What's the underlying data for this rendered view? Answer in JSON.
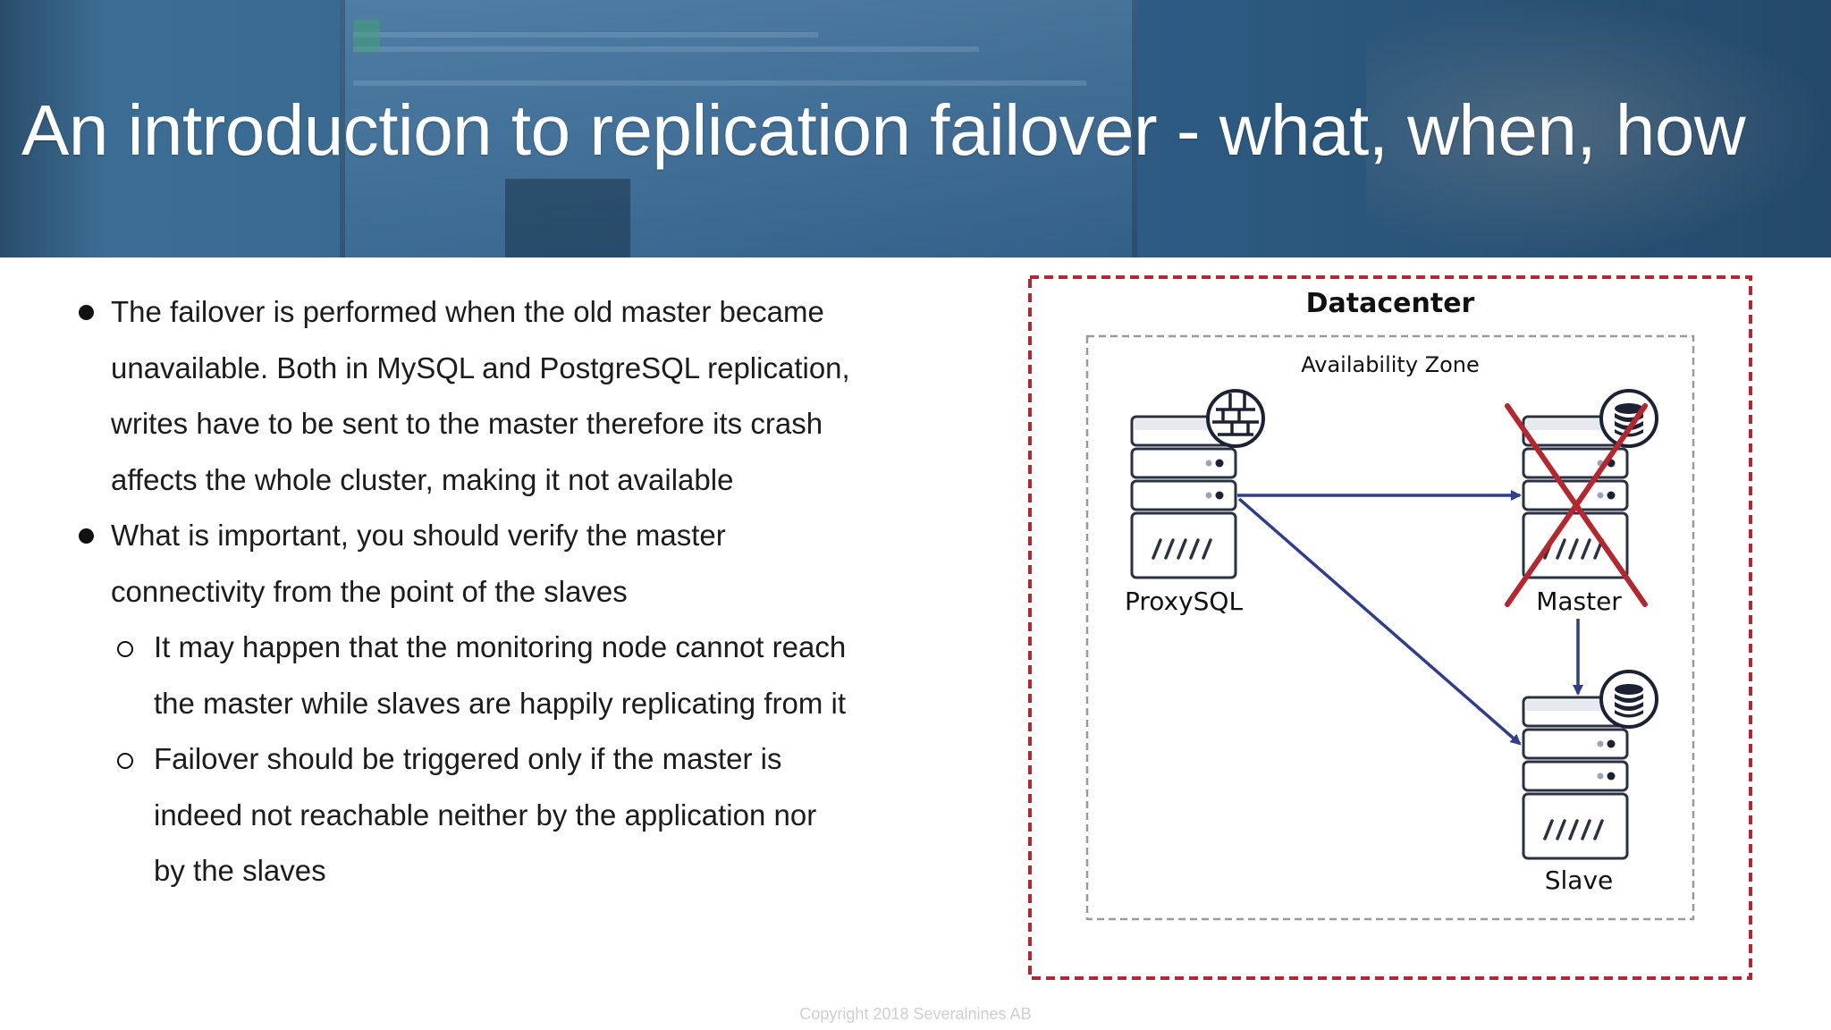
{
  "slide": {
    "title": "An introduction to replication failover - what, when, how",
    "copyright": "Copyright 2018 Severalnines AB"
  },
  "bullets": {
    "b1": [
      "The failover is performed when the old master became",
      "unavailable. Both in MySQL and PostgreSQL replication,",
      "writes have to be sent to the master therefore its crash",
      "affects the whole cluster, making it not available"
    ],
    "b2": [
      "What is important, you should verify the master",
      "connectivity from the point of the slaves"
    ],
    "sub1": [
      "It may happen that the monitoring node cannot reach",
      "the master while slaves are happily replicating from it"
    ],
    "sub2": [
      "Failover should be triggered only if the master is",
      "indeed not reachable neither by the application nor",
      "by the slaves"
    ]
  },
  "diagram": {
    "outer_label": "Datacenter",
    "inner_label": "Availability Zone",
    "nodes": {
      "proxysql": "ProxySQL",
      "master": "Master",
      "slave": "Slave"
    },
    "colors": {
      "outer_border": "#b5262e",
      "inner_border": "#9a9a9a",
      "arrow": "#2f3d8c",
      "cross": "#b5262e",
      "server_stroke": "#2a3142",
      "server_fill": "#ffffff",
      "server_stripe": "#e6e9f0"
    }
  }
}
